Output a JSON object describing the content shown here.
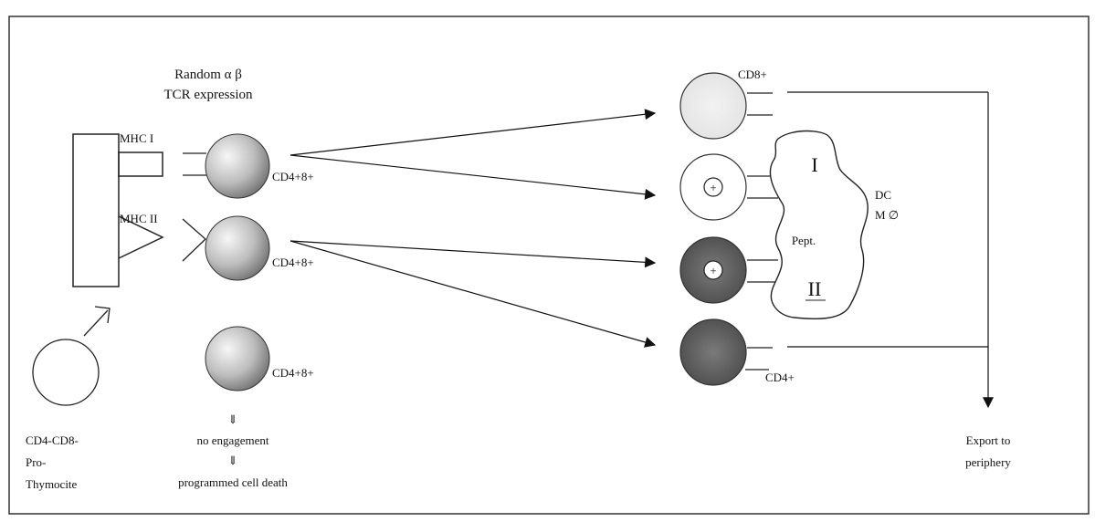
{
  "header": {
    "line1": "Random α β",
    "line2": "TCR expression"
  },
  "receptors": {
    "mhc1": "MHC I",
    "mhc2": "MHC II"
  },
  "cells": {
    "dp_top": "CD4+8+",
    "dp_mid": "CD4+8+",
    "dp_bottom": "CD4+8+",
    "cd8": "CD8+",
    "cd4": "CD4+"
  },
  "dc": {
    "class1": "I",
    "class2": "II",
    "peptide": "Pept.",
    "label1": "DC",
    "label2": "M ∅"
  },
  "marks": {
    "plus": "+"
  },
  "prothymocite": {
    "line1": "CD4-CD8-",
    "line2": "Pro-",
    "line3": "Thymocite"
  },
  "fate": {
    "arrow": "⇓",
    "line1": "no engagement",
    "line2": "programmed cell death"
  },
  "export": {
    "line1": "Export to",
    "line2": "periphery"
  },
  "colors": {
    "ink": "#222222",
    "cd8_fill": "#e6e6e6",
    "cd4_fill": "#5a5a5a",
    "dp_light": "#f2f2f2",
    "dp_dark": "#6e6e6e"
  }
}
